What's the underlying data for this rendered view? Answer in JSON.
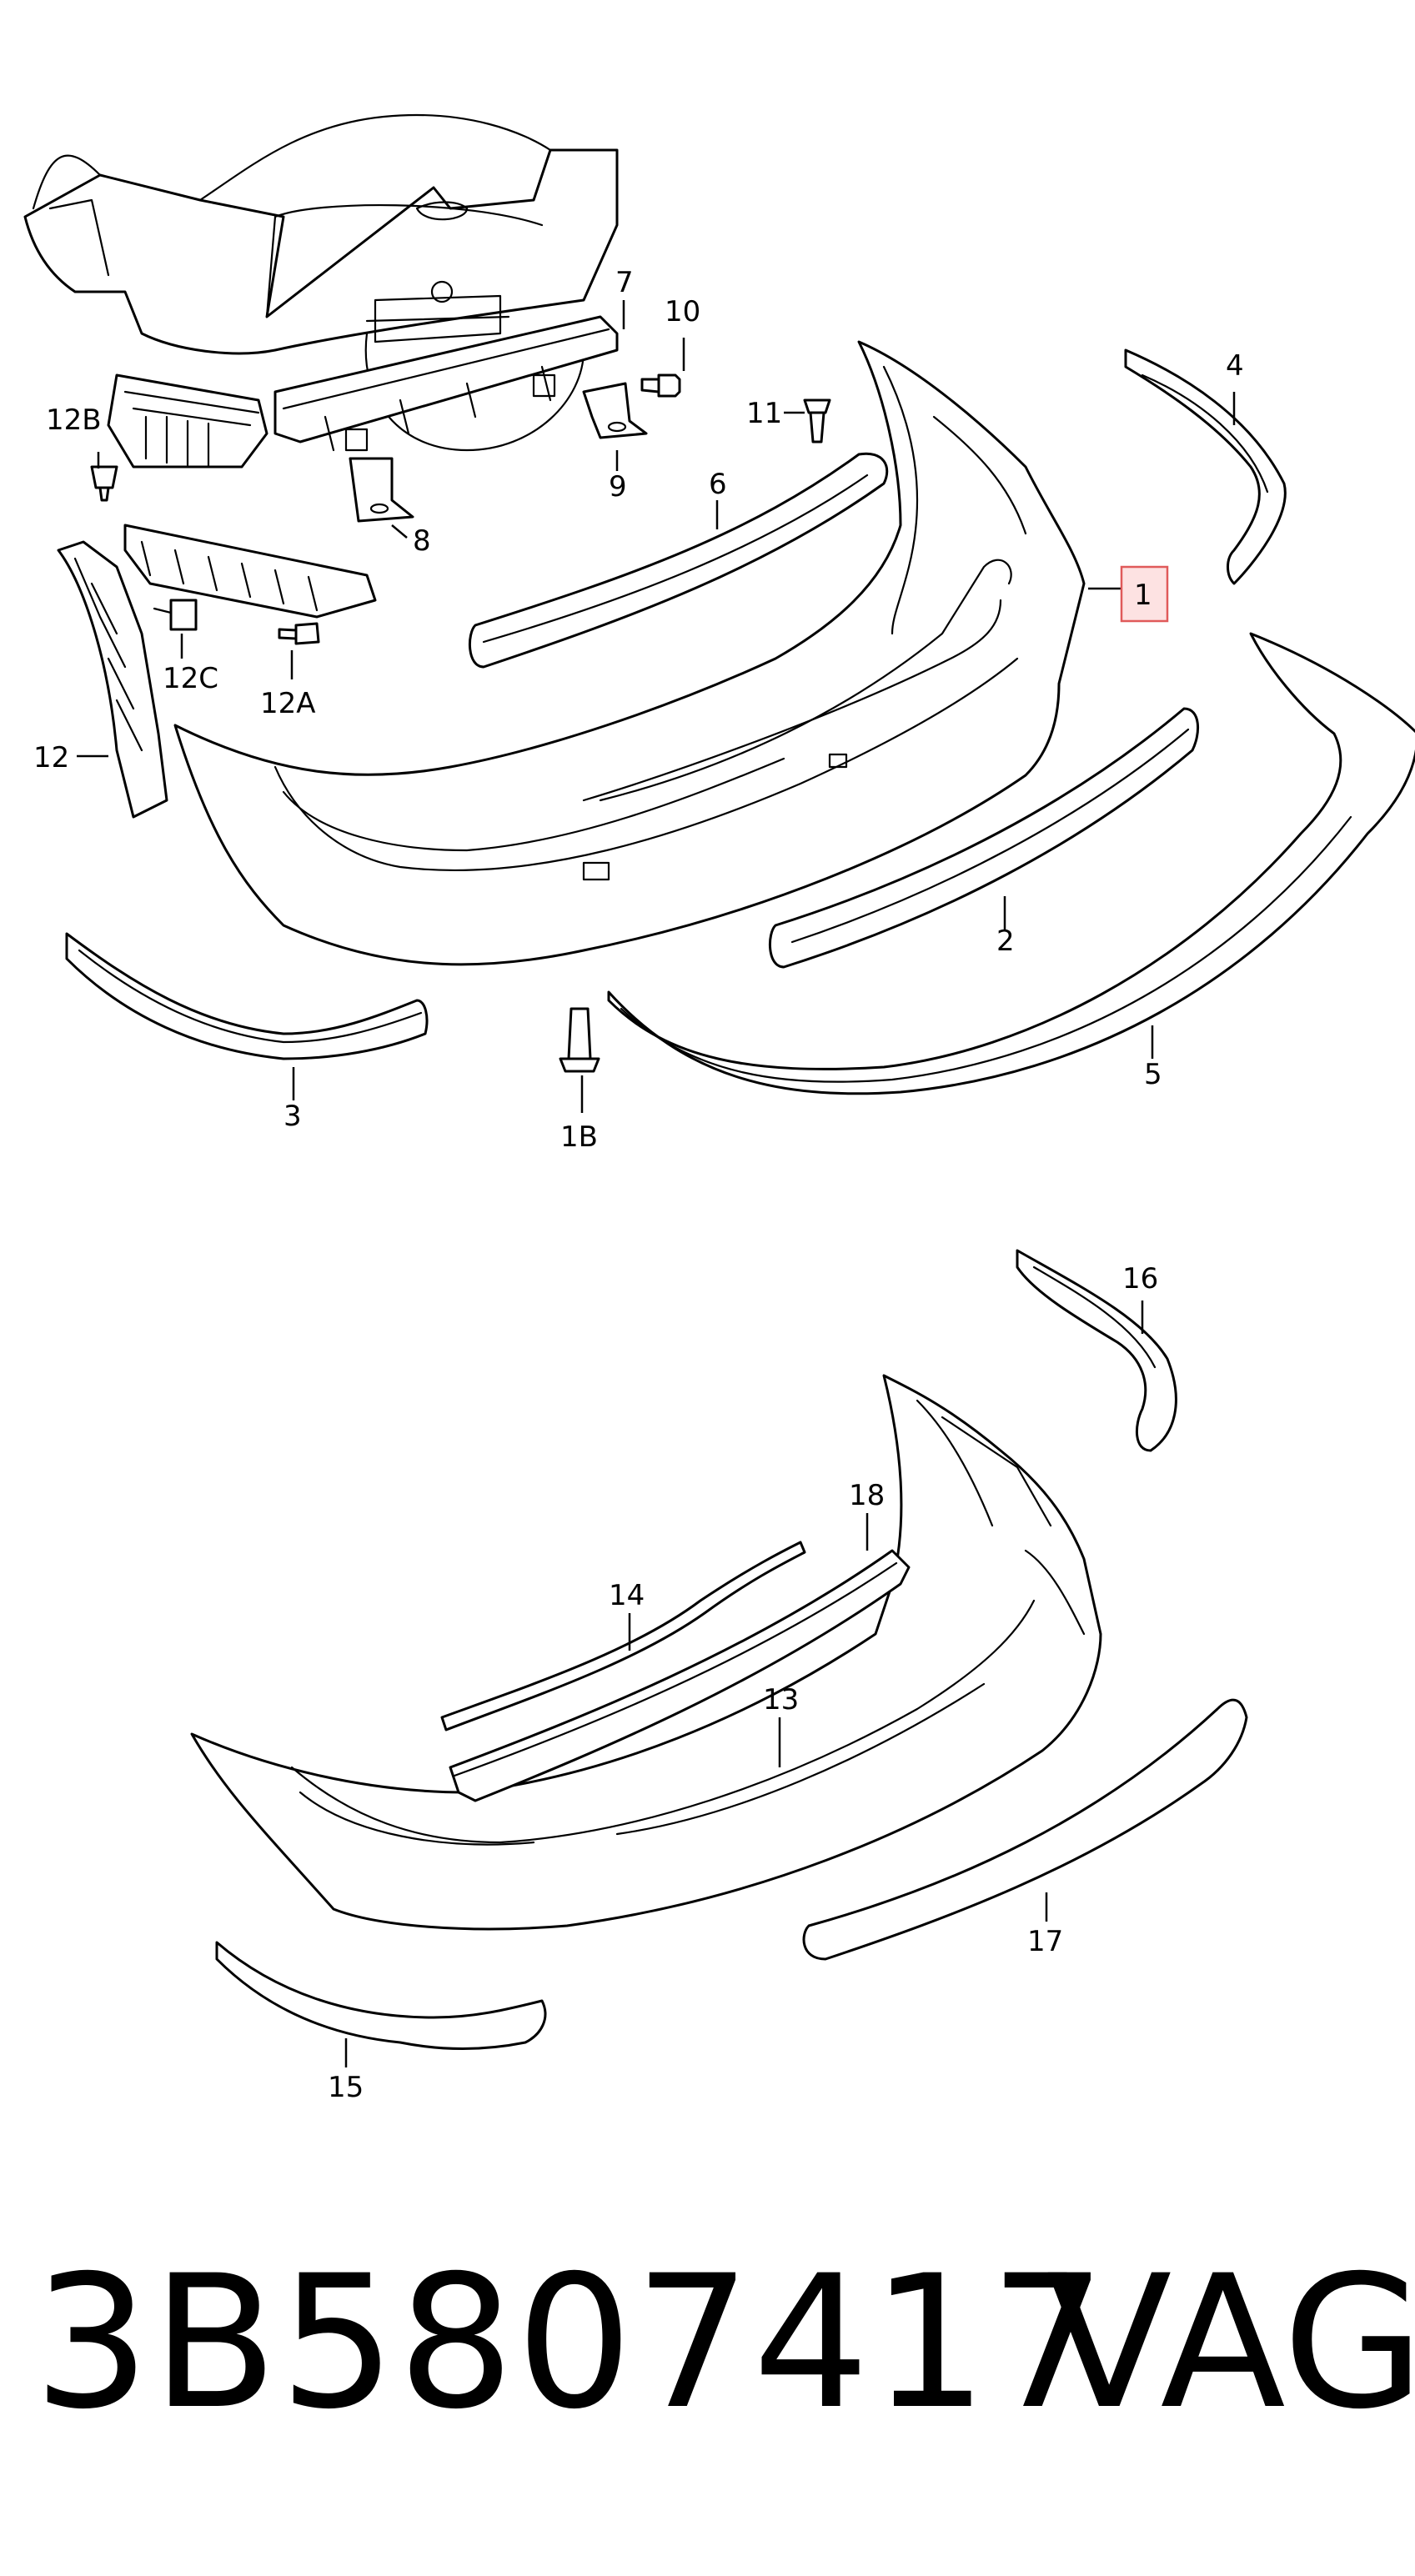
{
  "callouts": {
    "c1": "1",
    "c2": "2",
    "c3": "3",
    "c4": "4",
    "c5": "5",
    "c6": "6",
    "c7": "7",
    "c8": "8",
    "c9": "9",
    "c10": "10",
    "c11": "11",
    "c12": "12",
    "c12A": "12A",
    "c12B": "12B",
    "c12C": "12C",
    "c13": "13",
    "c14": "14",
    "c15": "15",
    "c16": "16",
    "c17": "17",
    "c18": "18",
    "c1B": "1B"
  },
  "footer": {
    "part_number": "3B5807417",
    "brand": "VAG"
  },
  "colors": {
    "line": "#000000",
    "highlight": "#e05a5a",
    "highlight_fill": "#fde2e2"
  }
}
